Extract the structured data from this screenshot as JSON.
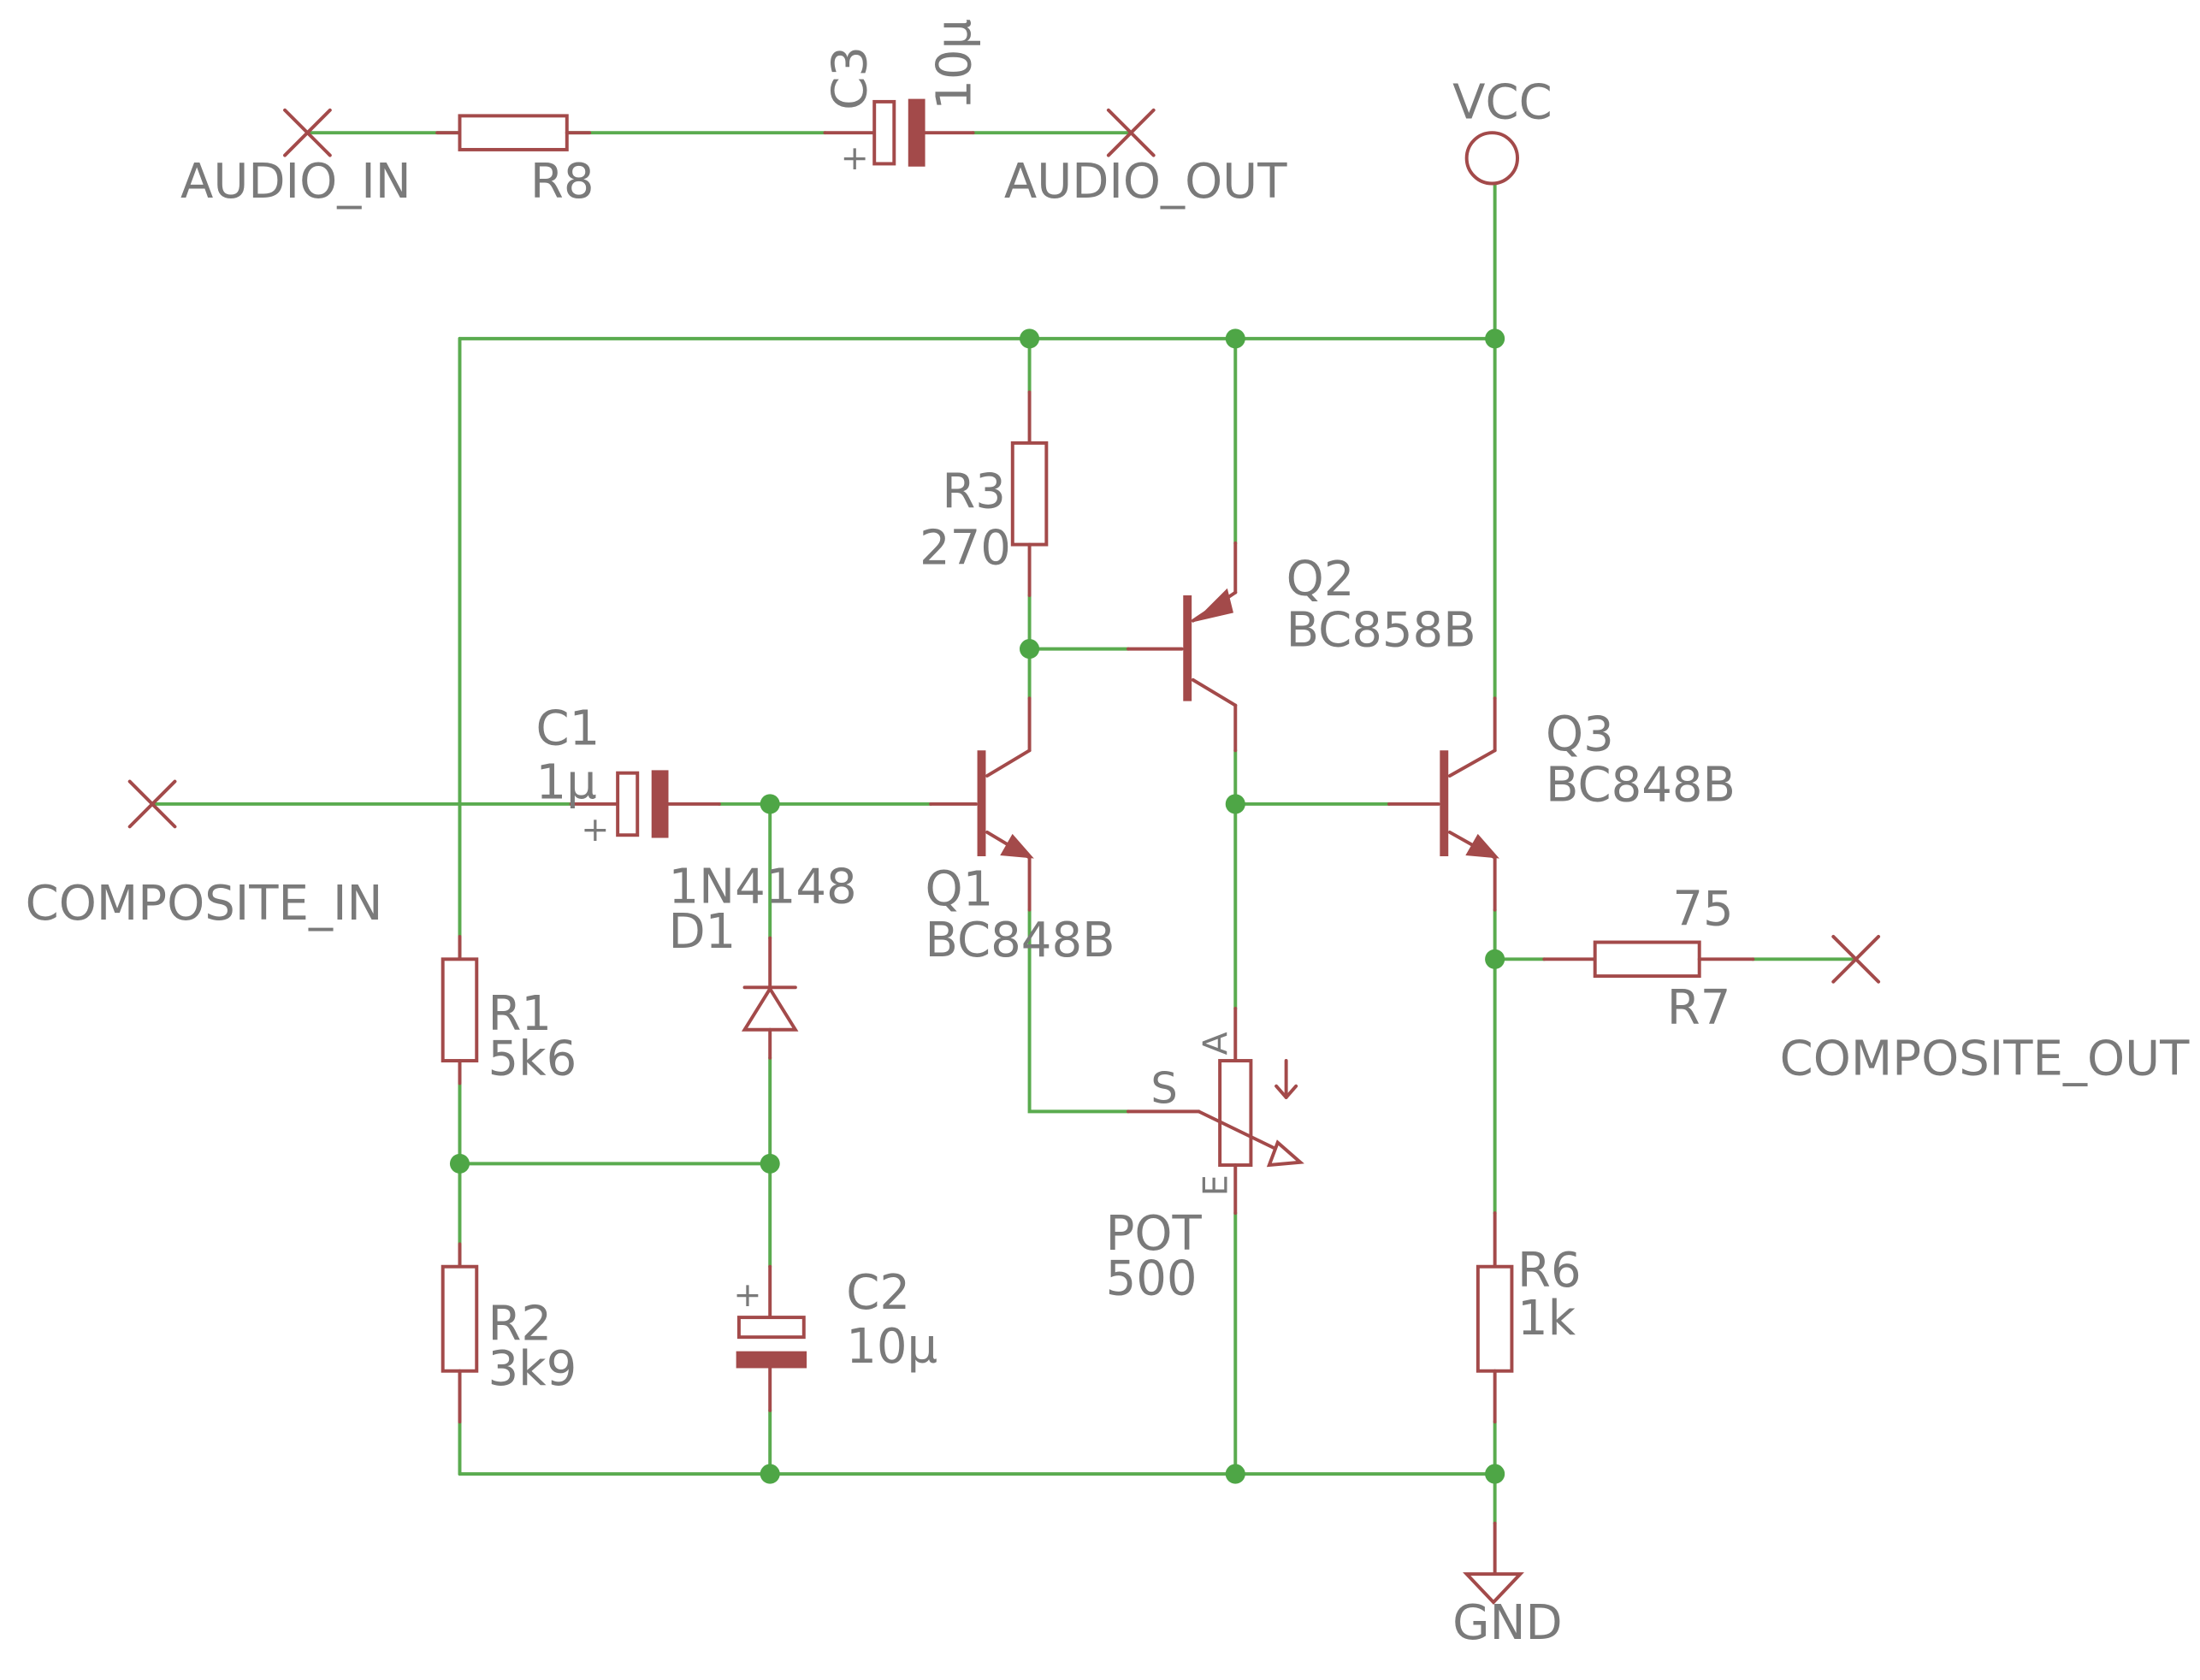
{
  "signals": {
    "audio_in": "AUDIO_IN",
    "audio_out": "AUDIO_OUT",
    "composite_in": "COMPOSITE_IN",
    "composite_out": "COMPOSITE_OUT",
    "vcc": "VCC",
    "gnd": "GND"
  },
  "components": {
    "R8": {
      "name": "R8"
    },
    "C3": {
      "name": "C3",
      "value": "10µ",
      "polarity": "+"
    },
    "C1": {
      "name": "C1",
      "value": "1µ",
      "polarity": "+"
    },
    "C2": {
      "name": "C2",
      "value": "10µ",
      "polarity": "+"
    },
    "R1": {
      "name": "R1",
      "value": "5k6"
    },
    "R2": {
      "name": "R2",
      "value": "3k9"
    },
    "R3": {
      "name": "R3",
      "value": "270"
    },
    "R6": {
      "name": "R6",
      "value": "1k"
    },
    "R7": {
      "name": "R7",
      "value": "75"
    },
    "D1": {
      "name": "D1",
      "value": "1N4148"
    },
    "Q1": {
      "name": "Q1",
      "value": "BC848B"
    },
    "Q2": {
      "name": "Q2",
      "value": "BC858B"
    },
    "Q3": {
      "name": "Q3",
      "value": "BC848B"
    },
    "POT": {
      "name": "POT",
      "value": "500",
      "pin_a": "A",
      "pin_s": "S",
      "pin_e": "E"
    }
  },
  "colors": {
    "wire": "#5aab4f",
    "component": "#a34a4a",
    "junction": "#4ea646",
    "label": "#7a7a7a"
  }
}
